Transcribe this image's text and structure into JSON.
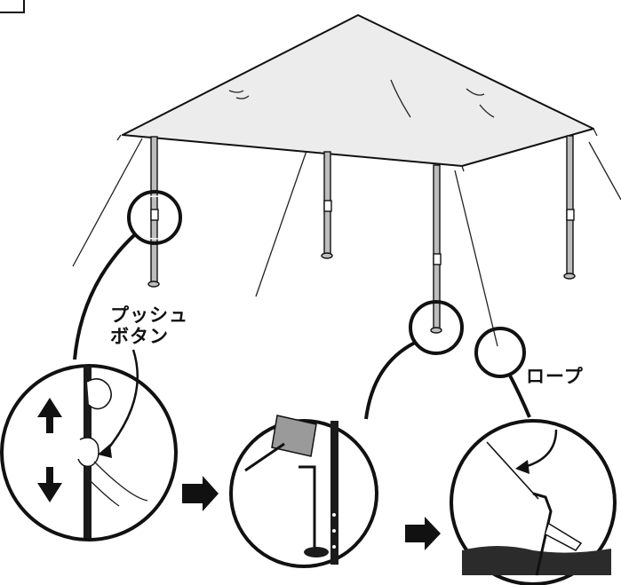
{
  "labels": {
    "push_button_line1": "プッシュ",
    "push_button_line2": "ボタン",
    "rope": "ロープ"
  },
  "icons": {
    "up_arrow": "arrow-up-icon",
    "down_arrow": "arrow-down-icon",
    "step_arrow": "arrow-right-icon"
  },
  "colors": {
    "canopy_fill": "#ececec",
    "outline": "#111111",
    "ground": "#2b2b2b",
    "mallet_head": "#9a9a9a"
  }
}
